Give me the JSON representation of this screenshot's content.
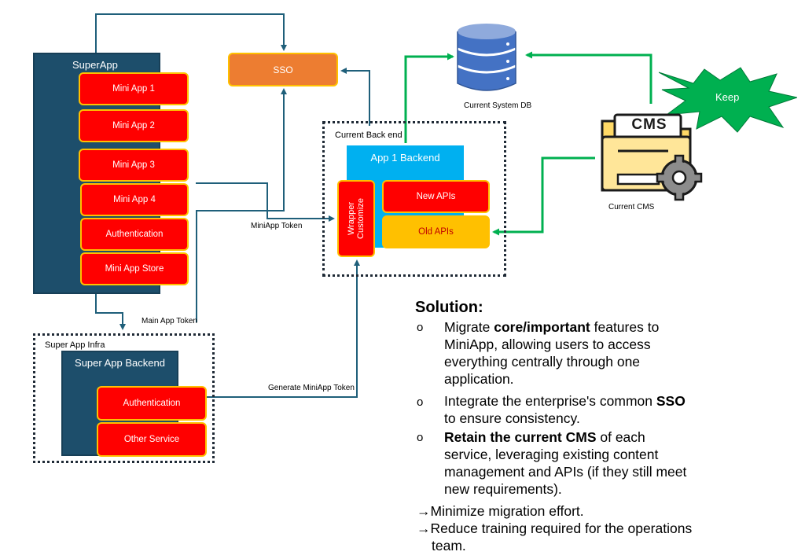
{
  "superapp": {
    "title": "SuperApp",
    "items": [
      "Mini App 1",
      "Mini App 2",
      "Mini App 3",
      "Mini App 4",
      "Authentication",
      "Mini App Store"
    ]
  },
  "sso": {
    "label": "SSO"
  },
  "db": {
    "label": "Current System DB"
  },
  "keep": {
    "label": "Keep"
  },
  "cms": {
    "icon_text": "CMS",
    "label": "Current CMS"
  },
  "backend_group": {
    "label": "Current Back end",
    "app_title": "App 1 Backend",
    "wrapper": "Wrapper Customize",
    "new_apis": "New APIs",
    "old_apis": "Old APIs"
  },
  "infra": {
    "label": "Super App Infra",
    "title": "Super App Backend",
    "items": [
      "Authentication",
      "Other Service"
    ]
  },
  "edges": {
    "miniapp_token": "MiniApp Token",
    "main_app_token": "Main App Token",
    "generate_token": "Generate MiniApp Token"
  },
  "solution": {
    "title": "Solution:",
    "bullet_symbol": "o",
    "b1_pre": "Migrate ",
    "b1_bold": "core/important",
    "b1_l1_post": " features to",
    "b1_l2": "MiniApp, allowing users to access",
    "b1_l3": "everything centrally through one",
    "b1_l4": "application.",
    "b2_l1_pre": "Integrate the enterprise's common ",
    "b2_bold": "SSO",
    "b2_l2": "to ensure consistency.",
    "b3_bold": "Retain the current CMS",
    "b3_l1_post": " of each",
    "b3_l2": "service, leveraging existing content",
    "b3_l3": "management and APIs (if they still meet",
    "b3_l4": "new requirements).",
    "arrow_symbol": "→",
    "a1": "Minimize migration effort.",
    "a2_l1": "Reduce training required for the operations",
    "a2_l2": "team."
  },
  "colors": {
    "navy": "#1d4e6b",
    "red": "#ff0000",
    "border_yellow": "#ffc000",
    "orange": "#ed7d31",
    "blue": "#00b0f0",
    "green": "#00b050",
    "teal_line": "#1f5f7a"
  }
}
